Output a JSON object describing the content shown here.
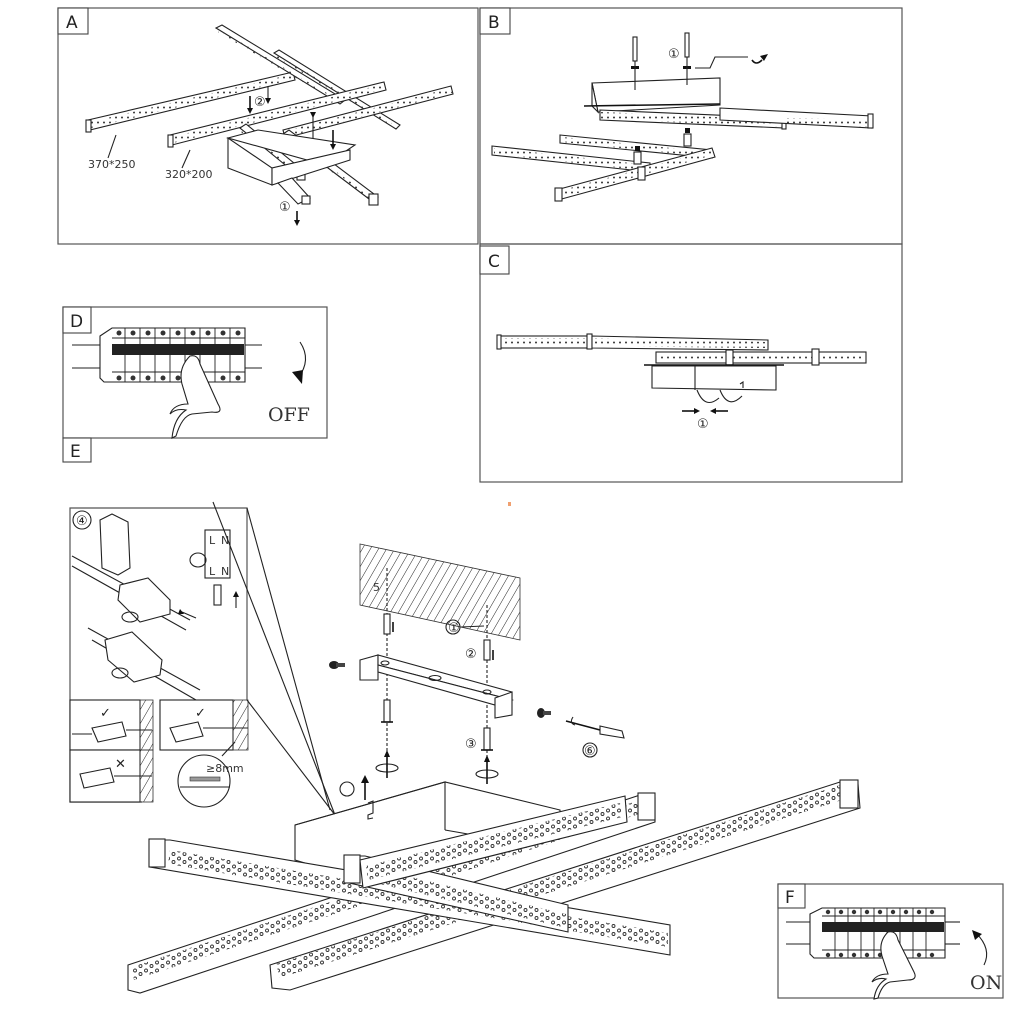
{
  "document": {
    "type": "ceiling light assembly instructions",
    "panels": [
      {
        "id": "A",
        "label": "A",
        "dimension_labels": [
          "370*250",
          "320*200"
        ],
        "step_markers": [
          "②",
          "①"
        ]
      },
      {
        "id": "B",
        "label": "B",
        "step_markers": [
          "①"
        ]
      },
      {
        "id": "C",
        "label": "C",
        "step_markers": [
          "①"
        ]
      },
      {
        "id": "D",
        "label": "D",
        "switch_state": "OFF"
      },
      {
        "id": "E",
        "label": "E",
        "step_markers": [
          "④",
          "①",
          "②",
          "③",
          "⑥",
          "5",
          "○"
        ],
        "detail_text": "≥8mm",
        "wiring_labels": [
          "L",
          "N",
          "L",
          "N"
        ],
        "check_marks": [
          "✓",
          "✓",
          "✕"
        ]
      },
      {
        "id": "F",
        "label": "F",
        "switch_state": "ON"
      }
    ],
    "accent_colors": {
      "line": "#222222",
      "frame": "#555555",
      "background": "#ffffff"
    }
  }
}
